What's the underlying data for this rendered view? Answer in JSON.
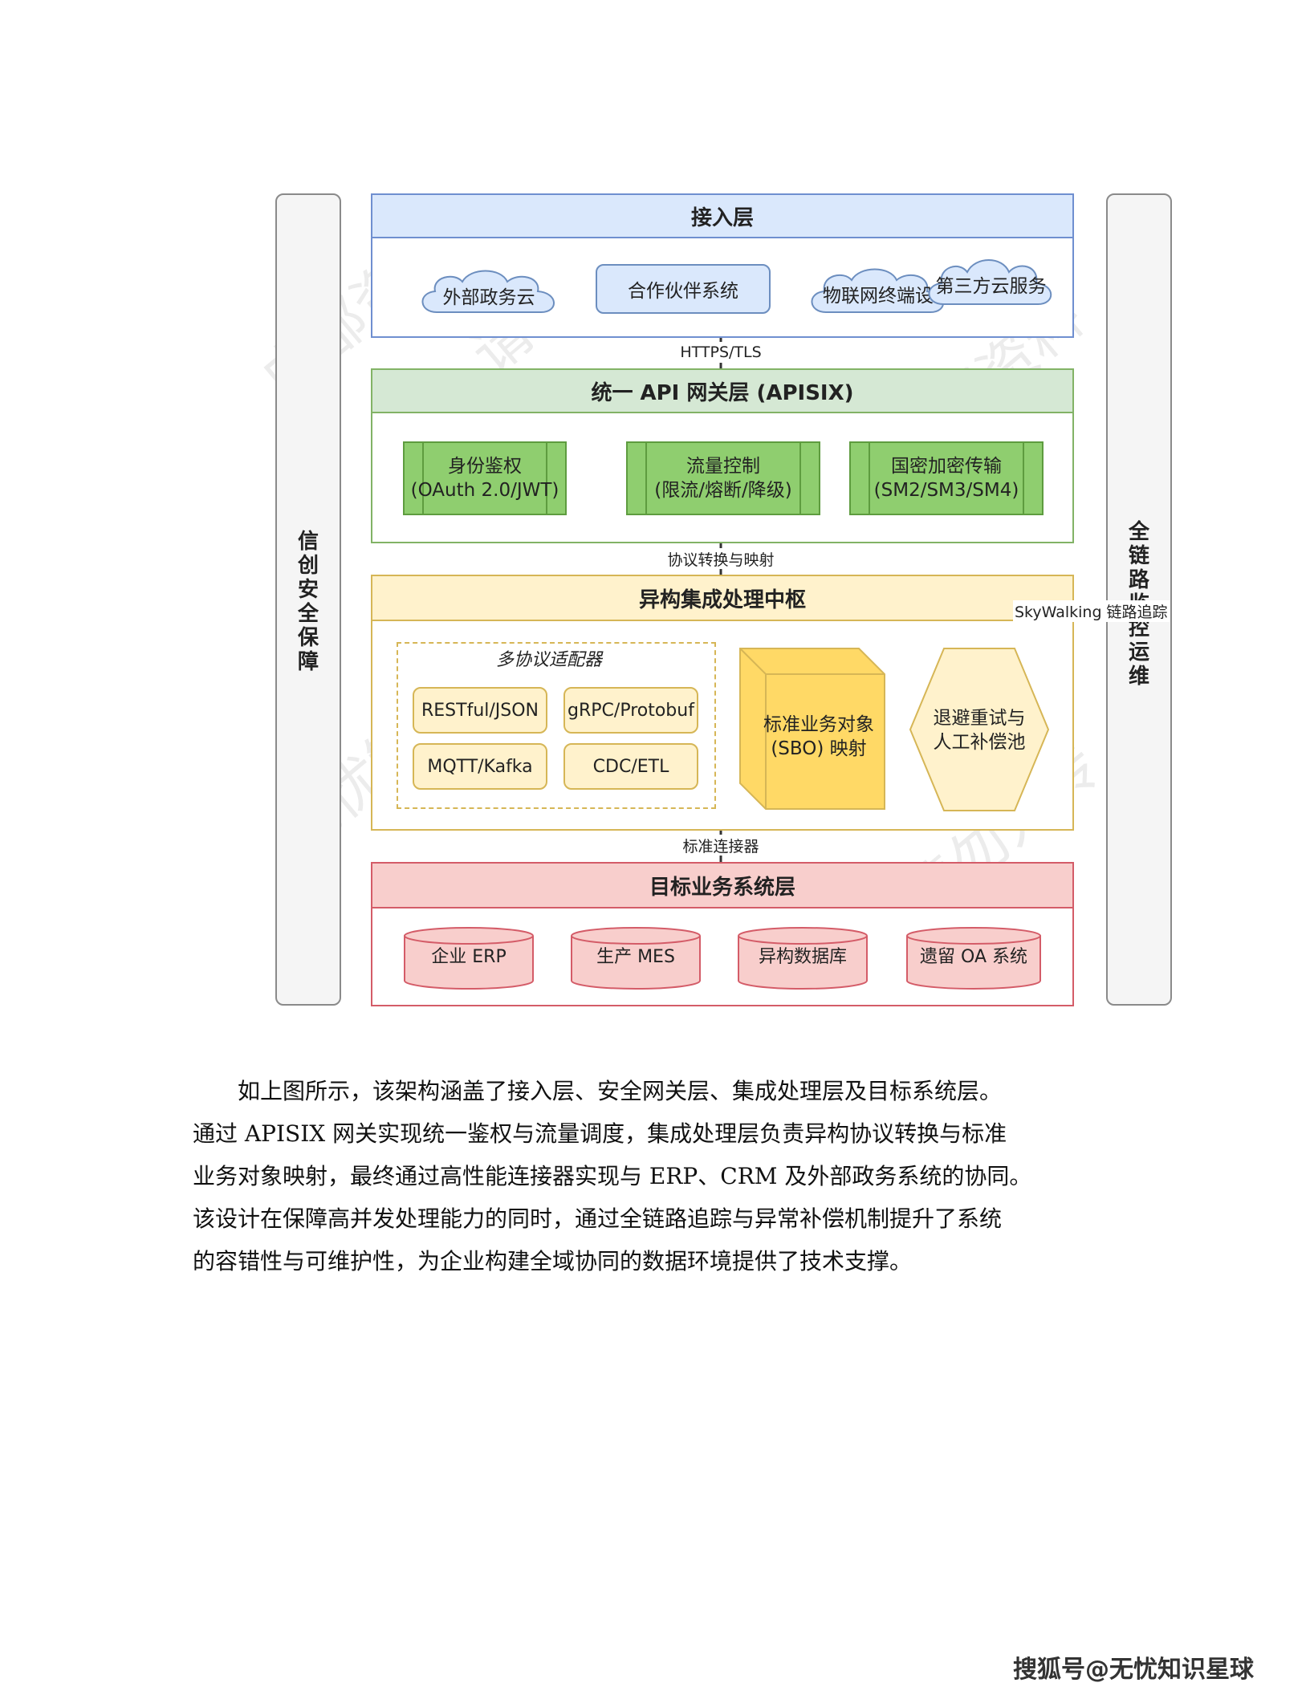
{
  "diagram": {
    "left_bar": "信创安全保障",
    "right_bar": "全链路监控运维",
    "access_layer": {
      "title": "接入层",
      "items": [
        "外部政务云",
        "合作伙伴系统",
        "物联网终端设",
        "第三方云服务"
      ]
    },
    "link1": "HTTPS/TLS",
    "gateway_layer": {
      "title": "统一 API 网关层 (APISIX)",
      "items": [
        {
          "line1": "身份鉴权",
          "line2": "(OAuth 2.0/JWT)"
        },
        {
          "line1": "流量控制",
          "line2": "(限流/熔断/降级)"
        },
        {
          "line1": "国密加密传输",
          "line2": "(SM2/SM3/SM4)"
        }
      ]
    },
    "link2": "协议转换与映射",
    "integration_layer": {
      "title": "异构集成处理中枢",
      "adapter_group_title": "多协议适配器",
      "adapters": [
        "RESTful/JSON",
        "gRPC/Protobuf",
        "MQTT/Kafka",
        "CDC/ETL"
      ],
      "sbo": {
        "line1": "标准业务对象",
        "line2": "(SBO) 映射"
      },
      "retry": {
        "line1": "退避重试与",
        "line2": "人工补偿池"
      },
      "skywalking": "SkyWalking 链路追踪"
    },
    "link3": "标准连接器",
    "target_layer": {
      "title": "目标业务系统层",
      "items": [
        "企业 ERP",
        "生产 MES",
        "异构数据库",
        "遗留 OA 系统"
      ]
    }
  },
  "paragraph": [
    "如上图所示，该架构涵盖了接入层、安全网关层、集成处理层及目标系统层。",
    "通过 APISIX 网关实现统一鉴权与流量调度，集成处理层负责异构协议转换与标准",
    "业务对象映射，最终通过高性能连接器实现与 ERP、CRM 及外部政务系统的协同。",
    "该设计在保障高并发处理能力的同时，通过全链路追踪与异常补偿机制提升了系统",
    "的容错性与可维护性，为企业构建全域协同的数据环境提供了技术支撑。"
  ],
  "footer": "搜狐号@无忧知识星球",
  "watermarks": [
    "内部资料",
    "请勿外传",
    "无忧智库",
    "版权所有"
  ]
}
